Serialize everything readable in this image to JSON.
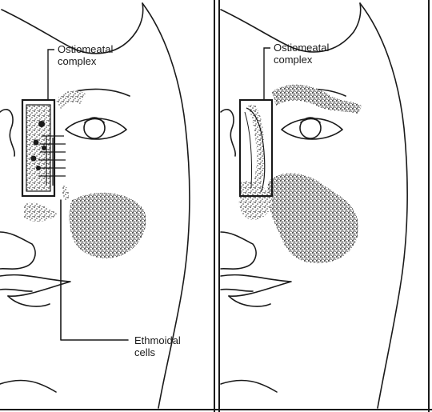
{
  "figure": {
    "left_panel": {
      "label_top": [
        "Ostiomeatal",
        "complex"
      ],
      "label_bottom": [
        "Ethmoidal",
        "cells"
      ]
    },
    "right_panel": {
      "label_top": [
        "Ostiomeatal",
        "complex"
      ]
    },
    "colors": {
      "ink": "#1a1a1a",
      "stipple": "#3a3a3a",
      "background": "#ffffff"
    }
  }
}
